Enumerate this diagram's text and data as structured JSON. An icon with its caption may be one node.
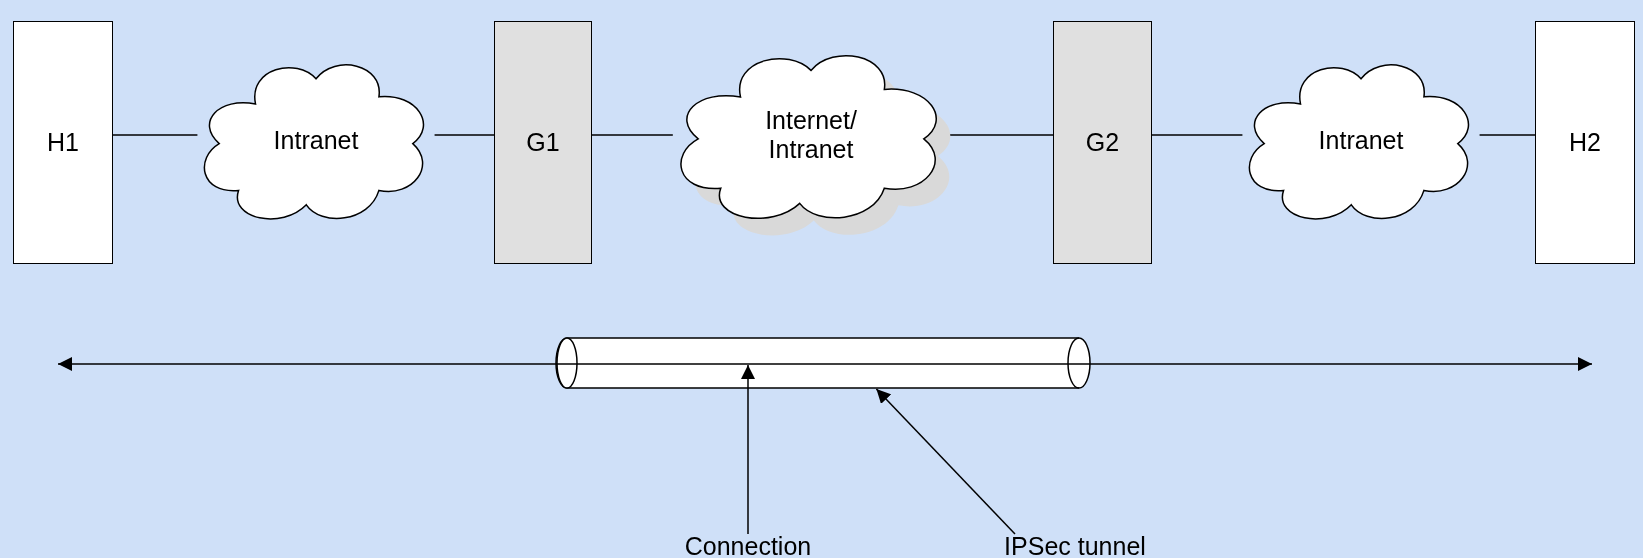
{
  "diagram": {
    "nodes": [
      {
        "text": [
          "H1"
        ]
      },
      {
        "text": [
          "Intranet"
        ]
      },
      {
        "text": [
          "G1"
        ]
      },
      {
        "text": [
          "Internet/ Intranet"
        ]
      },
      {
        "text": [
          "G2"
        ]
      },
      {
        "text": [
          "Intranet"
        ]
      },
      {
        "text": [
          "H2"
        ]
      },
      {
        "text": [],
        "shape": "cylinder"
      },
      {
        "text": [
          "Connection"
        ]
      },
      {
        "text": [
          "IPSec tunnel"
        ]
      }
    ],
    "edges": [
      {
        "from": 0,
        "to": 1,
        "arrow": "none"
      },
      {
        "from": 1,
        "to": 2,
        "arrow": "none"
      },
      {
        "from": 2,
        "to": 3,
        "arrow": "none"
      },
      {
        "from": 3,
        "to": 4,
        "arrow": "none"
      },
      {
        "from": 4,
        "to": 5,
        "arrow": "none"
      },
      {
        "from": 5,
        "to": 6,
        "arrow": "none"
      },
      {
        "from": 8,
        "to": 7,
        "arrow": "to"
      },
      {
        "from": 9,
        "to": 7,
        "arrow": "to"
      }
    ]
  }
}
